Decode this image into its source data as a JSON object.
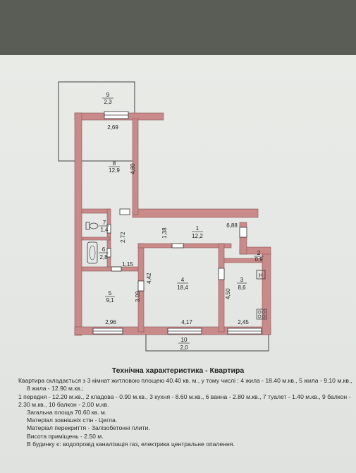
{
  "plan": {
    "rooms": [
      {
        "num": "9",
        "area": "2,3"
      },
      {
        "num": "8",
        "area": "12,9"
      },
      {
        "num": "7",
        "area": "1,4"
      },
      {
        "num": "6",
        "area": "2,8"
      },
      {
        "num": "5",
        "area": "9,1"
      },
      {
        "num": "4",
        "area": "18,4"
      },
      {
        "num": "3",
        "area": "8,6"
      },
      {
        "num": "2",
        "area": "0,9"
      },
      {
        "num": "1",
        "area": "12,2"
      },
      {
        "num": "10",
        "area": "2,0"
      }
    ],
    "dims": {
      "d269": "2,69",
      "d480": "4,80",
      "d138": "1,38",
      "d688": "6,88",
      "d272": "2,72",
      "d115": "1,15",
      "d442": "4,42",
      "d309": "3,09",
      "d450": "4,50",
      "d296": "2,96",
      "d417": "4,17",
      "d245": "2,45"
    }
  },
  "info": {
    "title": "Технічна характеристика - Квартира",
    "summary": "Квартира складається з 3 кімнат житловою площею 40.40 кв. м., у тому числі : 4 жила - 18.40 м.кв., 5 жила - 9.10 м.кв., 8 жила - 12.90 м.кв.;",
    "rooms": "1 передня - 12.20 м.кв., 2 кладова - 0.90 м.кв., 3 кухня - 8.60 м.кв., 6 ванна - 2.80 м.кв., 7 туалет - 1.40 м.кв., 9 балкон - 2.30 м.кв., 10 балкон - 2.00 м.кв.",
    "total_area": "Загальна площа 70.60 кв. м.",
    "wall_material": "Матеріал зовнішніх стін - Цегла.",
    "floor_material": "Матеріал перекриття - Залізобетонні плити.",
    "height": "Висота приміщень - 2.50 м.",
    "utilities": "В будинку є: водопровід каналізація газ, електрика центральне опалення."
  }
}
